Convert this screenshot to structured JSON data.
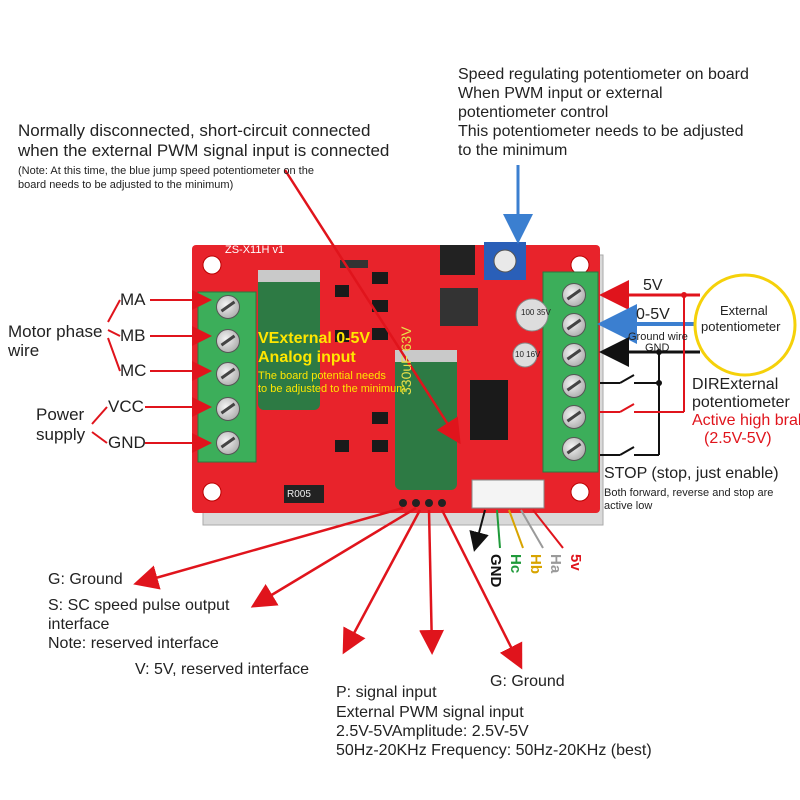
{
  "callouts": {
    "top_left_title_line1": "Normally disconnected, short-circuit connected",
    "top_left_title_line2": "when the external PWM signal input is connected",
    "top_left_note_line1": "(Note: At this time, the blue jump speed potentiometer on the",
    "top_left_note_line2": "board needs to be adjusted to the minimum)",
    "top_right_line1": "Speed regulating potentiometer on board",
    "top_right_line2": "When PWM input or external",
    "top_right_line3": "potentiometer control",
    "top_right_line4": "This potentiometer needs to be adjusted",
    "top_right_line5": "to the minimum"
  },
  "left_terminals": {
    "motor_group": [
      "Motor phase",
      "wire"
    ],
    "power_group": [
      "Power",
      "supply"
    ],
    "pins": [
      "MA",
      "MB",
      "MC",
      "VCC",
      "GND"
    ]
  },
  "board": {
    "model": "ZS-X11H  v1",
    "overlay_title_line1": "VExternal 0-5V",
    "overlay_title_line2": "Analog input",
    "overlay_note_line1": "The board potential needs",
    "overlay_note_line2": "to be adjusted to the minimum",
    "cap_label": "330uF 63V",
    "small_cap_label_1": "100 35V",
    "small_cap_label_2": "10 16V",
    "resistor_label": "R005"
  },
  "right_side": {
    "label_5v": "5V",
    "label_0_5v": "0-5V",
    "ground_wire_line1": "Ground wire",
    "ground_wire_line2": "GND",
    "external_pot_line1": "External",
    "external_pot_line2": "potentiometer",
    "dir_line1": "DIRExternal",
    "dir_line2": "potentiometer",
    "brake_line1": "Active high brake",
    "brake_line2": "(2.5V-5V)",
    "stop_title": "STOP (stop, just enable)",
    "stop_note_line1": "Both forward, reverse and stop are",
    "stop_note_line2": "active low"
  },
  "hall": {
    "labels": [
      "GND",
      "Hc",
      "Hb",
      "Ha",
      "5v"
    ],
    "colors": [
      "#111111",
      "#1f9a3a",
      "#d8a400",
      "#9a9a9a",
      "#e0141c"
    ]
  },
  "bottom_callouts": {
    "g_ground_left": "G: Ground",
    "s_line1": "S: SC speed pulse output",
    "s_line2": "interface",
    "s_line3": "Note: reserved interface",
    "v_line": "V: 5V, reserved interface",
    "p_line1": "P: signal input",
    "p_line2": "External PWM signal input",
    "p_line3": "2.5V-5VAmplitude: 2.5V-5V",
    "p_line4": "50Hz-20KHz Frequency: 50Hz-20KHz (best)",
    "g_ground_right": "G: Ground"
  },
  "colors": {
    "board_red": "#e8232b",
    "terminal_green": "#3cae5a",
    "arrow_red": "#e0141c",
    "arrow_blue": "#3b7fd0",
    "pot_ring": "#f5d10a"
  }
}
